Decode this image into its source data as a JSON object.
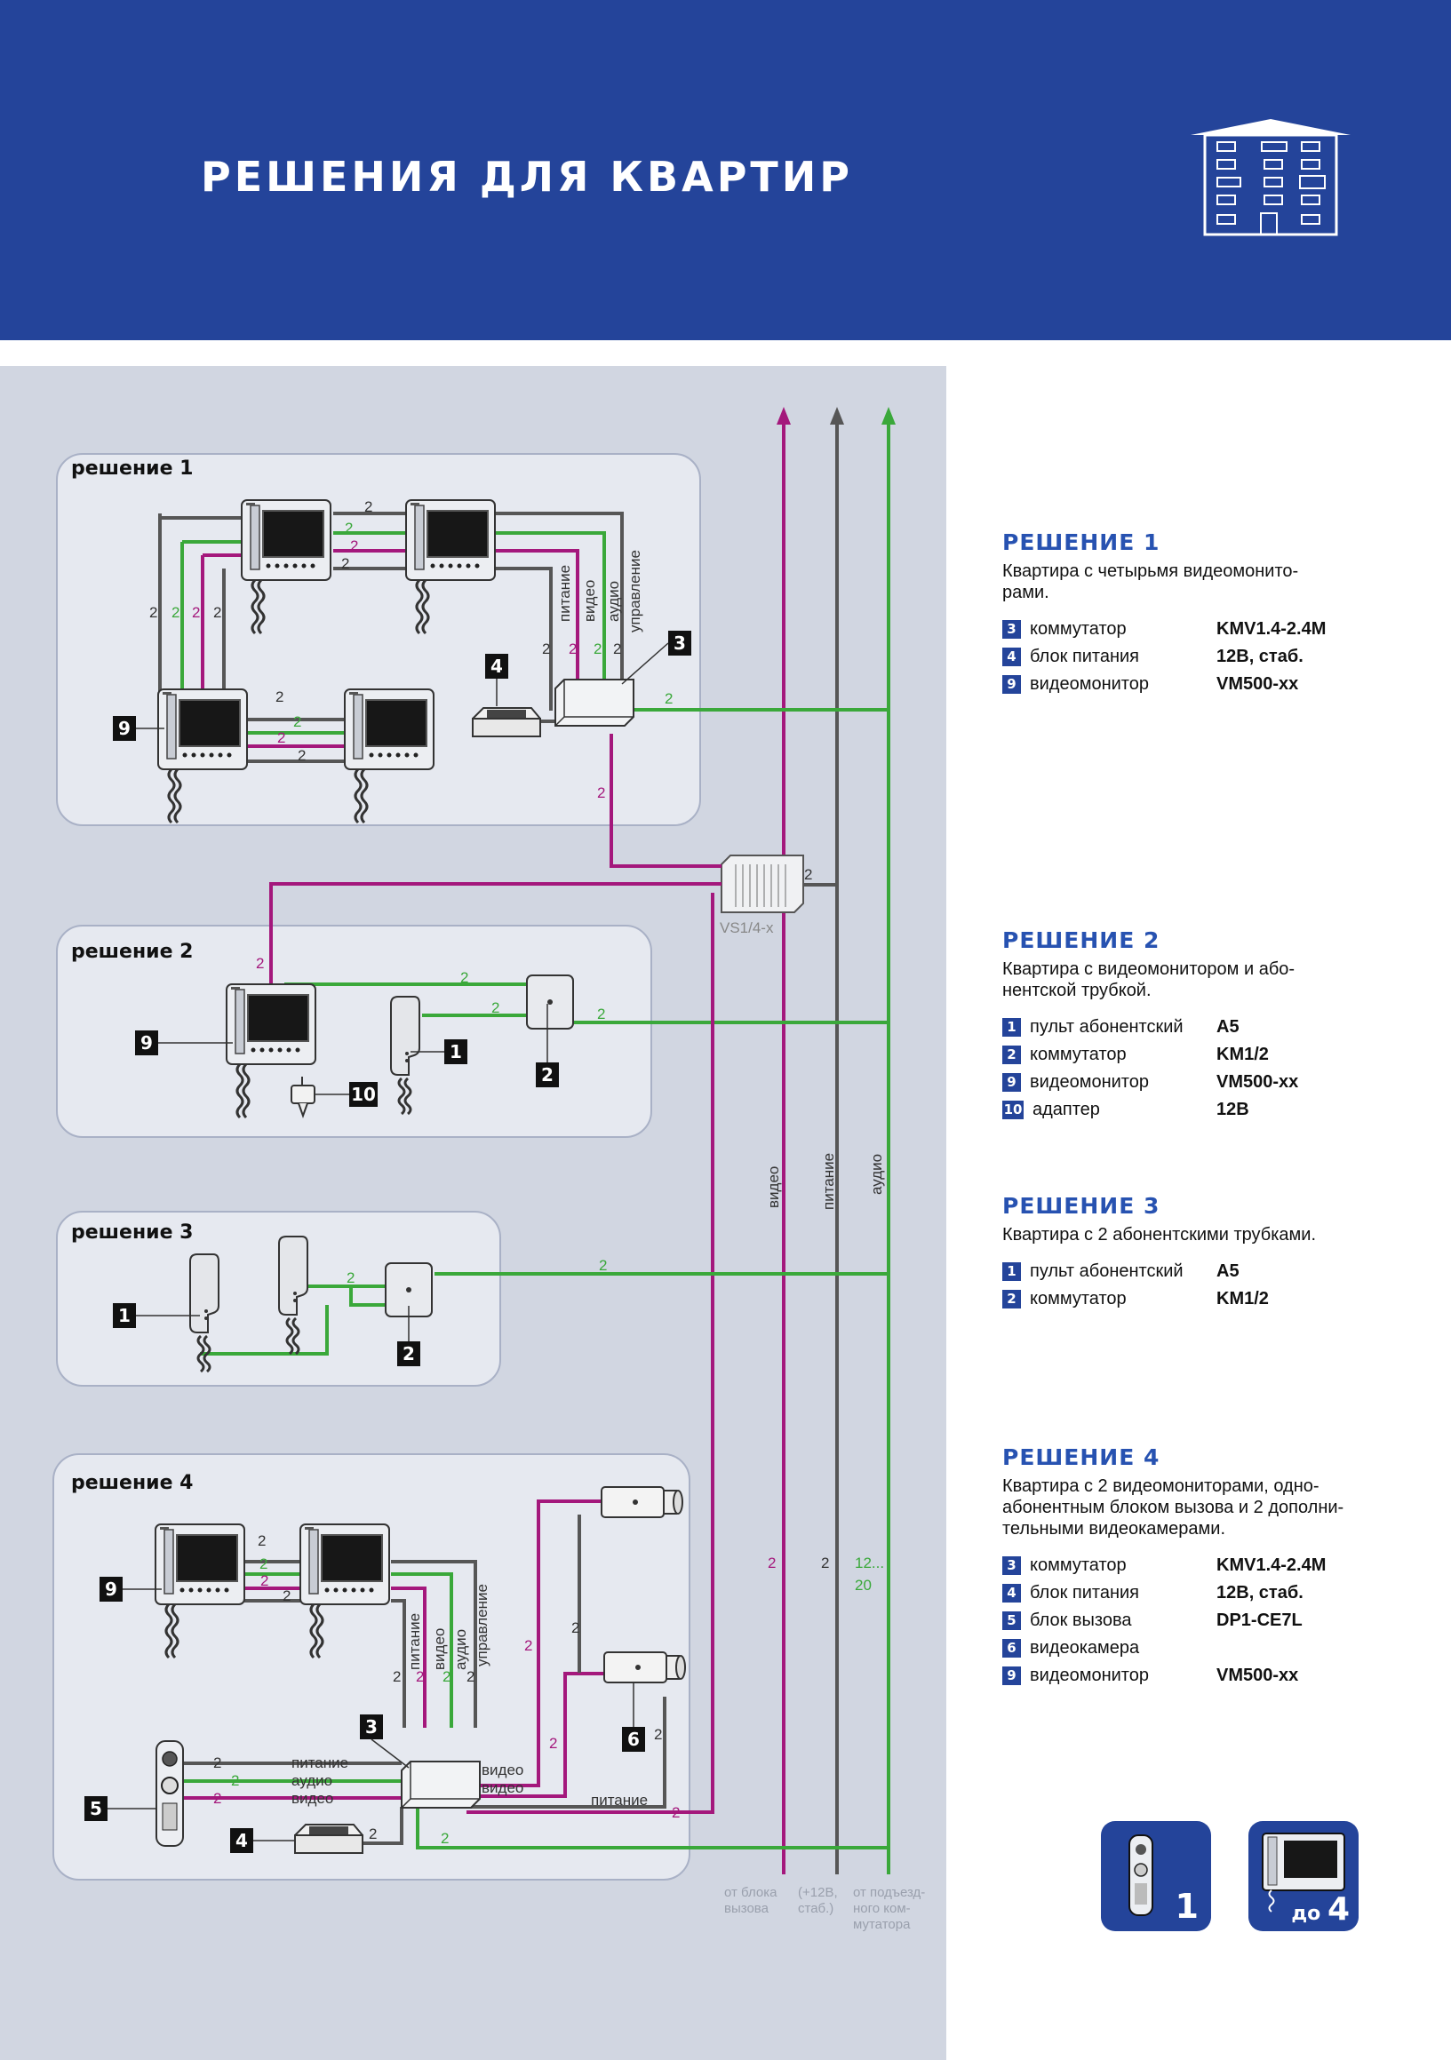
{
  "header": {
    "title": "РЕШЕНИЯ ДЛЯ КВАРТИР"
  },
  "panels": {
    "p1": "решение 1",
    "p2": "решение 2",
    "p3": "решение 3",
    "p4": "решение 4"
  },
  "diagram": {
    "vs_label": "VS1/4-x",
    "riser_video": "видео",
    "riser_power": "питание",
    "riser_audio": "аудио",
    "bus_power": "питание",
    "bus_video": "видео",
    "bus_audio": "аудио",
    "bus_control": "управление",
    "call_power": "питание",
    "call_audio": "аудио",
    "call_video": "видео",
    "cam_video": "видео",
    "cam_power": "питание",
    "wire_count": "2",
    "audio_count_top": "12...",
    "audio_count_bottom": "20",
    "foot_1a": "от блока",
    "foot_1b": "вызова",
    "foot_2a": "(+12В,",
    "foot_2b": "стаб.)",
    "foot_3a": "от подъезд-",
    "foot_3b": "ного ком-",
    "foot_3c": "мутатора",
    "tags": {
      "t1": "1",
      "t2": "2",
      "t3": "3",
      "t4": "4",
      "t5": "5",
      "t6": "6",
      "t9": "9",
      "t10": "10"
    }
  },
  "solutions": [
    {
      "title": "РЕШЕНИЕ 1",
      "desc1": "Квартира с четырьмя видеомонито-",
      "desc2": "рами.",
      "items": [
        {
          "num": "3",
          "name": "коммутатор",
          "model": "KMV1.4-2.4M"
        },
        {
          "num": "4",
          "name": "блок питания",
          "model": "12В, стаб."
        },
        {
          "num": "9",
          "name": "видеомонитор",
          "model": "VM500-xx"
        }
      ]
    },
    {
      "title": "РЕШЕНИЕ 2",
      "desc1": "Квартира с видеомонитором и або-",
      "desc2": "нентской трубкой.",
      "items": [
        {
          "num": "1",
          "name": "пульт абонентский",
          "model": "A5"
        },
        {
          "num": "2",
          "name": "коммутатор",
          "model": "KM1/2"
        },
        {
          "num": "9",
          "name": "видеомонитор",
          "model": "VM500-xx"
        },
        {
          "num": "10",
          "name": "адаптер",
          "model": "12В"
        }
      ]
    },
    {
      "title": "РЕШЕНИЕ 3",
      "desc1": "Квартира с 2 абонентскими трубками.",
      "items": [
        {
          "num": "1",
          "name": "пульт абонентский",
          "model": "A5"
        },
        {
          "num": "2",
          "name": "коммутатор",
          "model": "KM1/2"
        }
      ]
    },
    {
      "title": "РЕШЕНИЕ 4",
      "desc1": "Квартира с 2 видеомониторами, одно-",
      "desc2": "абонентным блоком вызова и 2 дополни-",
      "desc3": "тельными видеокамерами.",
      "items": [
        {
          "num": "3",
          "name": "коммутатор",
          "model": "KMV1.4-2.4M"
        },
        {
          "num": "4",
          "name": "блок питания",
          "model": "12В, стаб."
        },
        {
          "num": "5",
          "name": "блок вызова",
          "model": "DP1-CE7L"
        },
        {
          "num": "6",
          "name": "видеокамера",
          "model": ""
        },
        {
          "num": "9",
          "name": "видеомонитор",
          "model": "VM500-xx"
        }
      ]
    }
  ],
  "cards": {
    "c1": "1",
    "c2": "до 4"
  },
  "colors": {
    "blue": "#24449a",
    "purple": "#a4187c",
    "green": "#3aa83a",
    "gray": "#565656"
  }
}
